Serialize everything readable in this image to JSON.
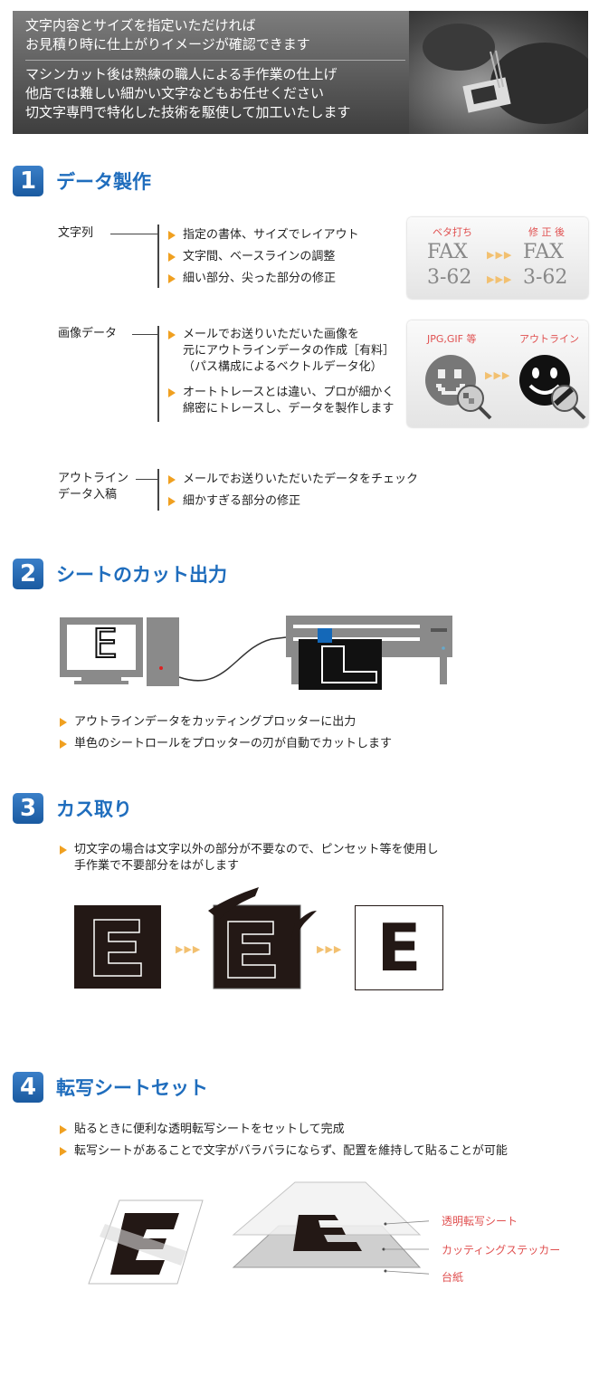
{
  "banner": {
    "lines_a": [
      "文字内容とサイズを指定いただければ",
      "お見積り時に仕上がりイメージが確認できます"
    ],
    "lines_b": [
      "マシンカット後は熟練の職人による手作業の仕上げ",
      "他店では難しい細かい文字などもお任せください",
      "切文字専門で特化した技術を駆使して加工いたします"
    ]
  },
  "s1": {
    "num": "1",
    "title": "データ製作",
    "row1": {
      "label": "文字列",
      "bullets": [
        "指定の書体、サイズでレイアウト",
        "文字間、ベースラインの調整",
        "細い部分、尖った部分の修正"
      ],
      "card": {
        "before_label": "ベタ打ち",
        "after_label": "修 正 後",
        "before_l1": "FAX",
        "before_l2": "3-62",
        "after_l1": "FAX",
        "after_l2": "3-62",
        "arrows": "▶▶▶"
      }
    },
    "row2": {
      "label": "画像データ",
      "bullets": [
        [
          "メールでお送りいただいた画像を",
          "元にアウトラインデータの作成［有料］",
          "（パス構成によるベクトルデータ化）"
        ],
        [
          "オートトレースとは違い、プロが細かく",
          "綿密にトレースし、データを製作します"
        ]
      ],
      "card": {
        "before_label": "JPG,GIF 等",
        "after_label": "アウトライン",
        "arrows": "▶▶▶"
      }
    },
    "row3": {
      "label_l1": "アウトライン",
      "label_l2": "データ入稿",
      "bullets": [
        "メールでお送りいただいたデータをチェック",
        "細かすぎる部分の修正"
      ]
    }
  },
  "s2": {
    "num": "2",
    "title": "シートのカット出力",
    "monitor_letter": "E",
    "bullets": [
      "アウトラインデータをカッティングプロッターに出力",
      "単色のシートロールをプロッターの刃が自動でカットします"
    ]
  },
  "s3": {
    "num": "3",
    "title": "カス取り",
    "bullet_l1": "切文字の場合は文字以外の部分が不要なので、ピンセット等を使用し",
    "bullet_l2": "手作業で不要部分をはがします",
    "letter": "E",
    "arrows": "▶▶▶"
  },
  "s4": {
    "num": "4",
    "title": "転写シートセット",
    "bullets": [
      "貼るときに便利な透明転写シートをセットして完成",
      "転写シートがあることで文字がバラバラにならず、配置を維持して貼ることが可能"
    ],
    "letter": "E",
    "labels": [
      "透明転写シート",
      "カッティングステッカー",
      "台紙"
    ]
  },
  "colors": {
    "accent": "#1f6dbd",
    "bullet": "#f0a020",
    "label_red": "#e05050"
  }
}
